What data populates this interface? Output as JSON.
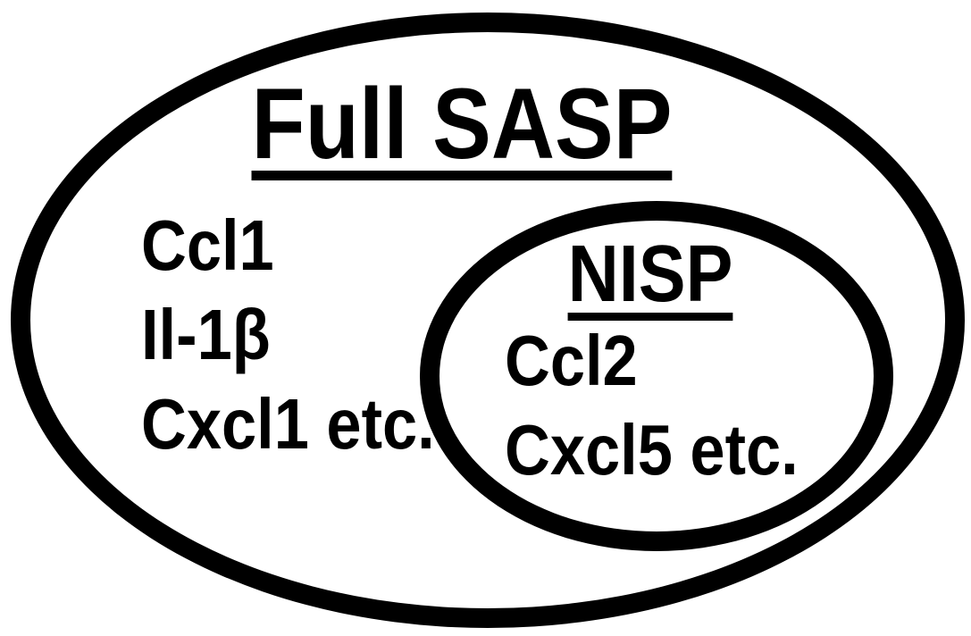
{
  "diagram": {
    "type": "euler-diagram",
    "colors": {
      "background": "#ffffff",
      "stroke": "#000000",
      "text": "#000000"
    },
    "outer_set": {
      "title": "Full SASP",
      "items": [
        "Ccl1",
        "Il-1β",
        "Cxcl1 etc."
      ]
    },
    "inner_set": {
      "title": "NISP",
      "items": [
        "Ccl2",
        "Cxcl5 etc."
      ]
    }
  }
}
